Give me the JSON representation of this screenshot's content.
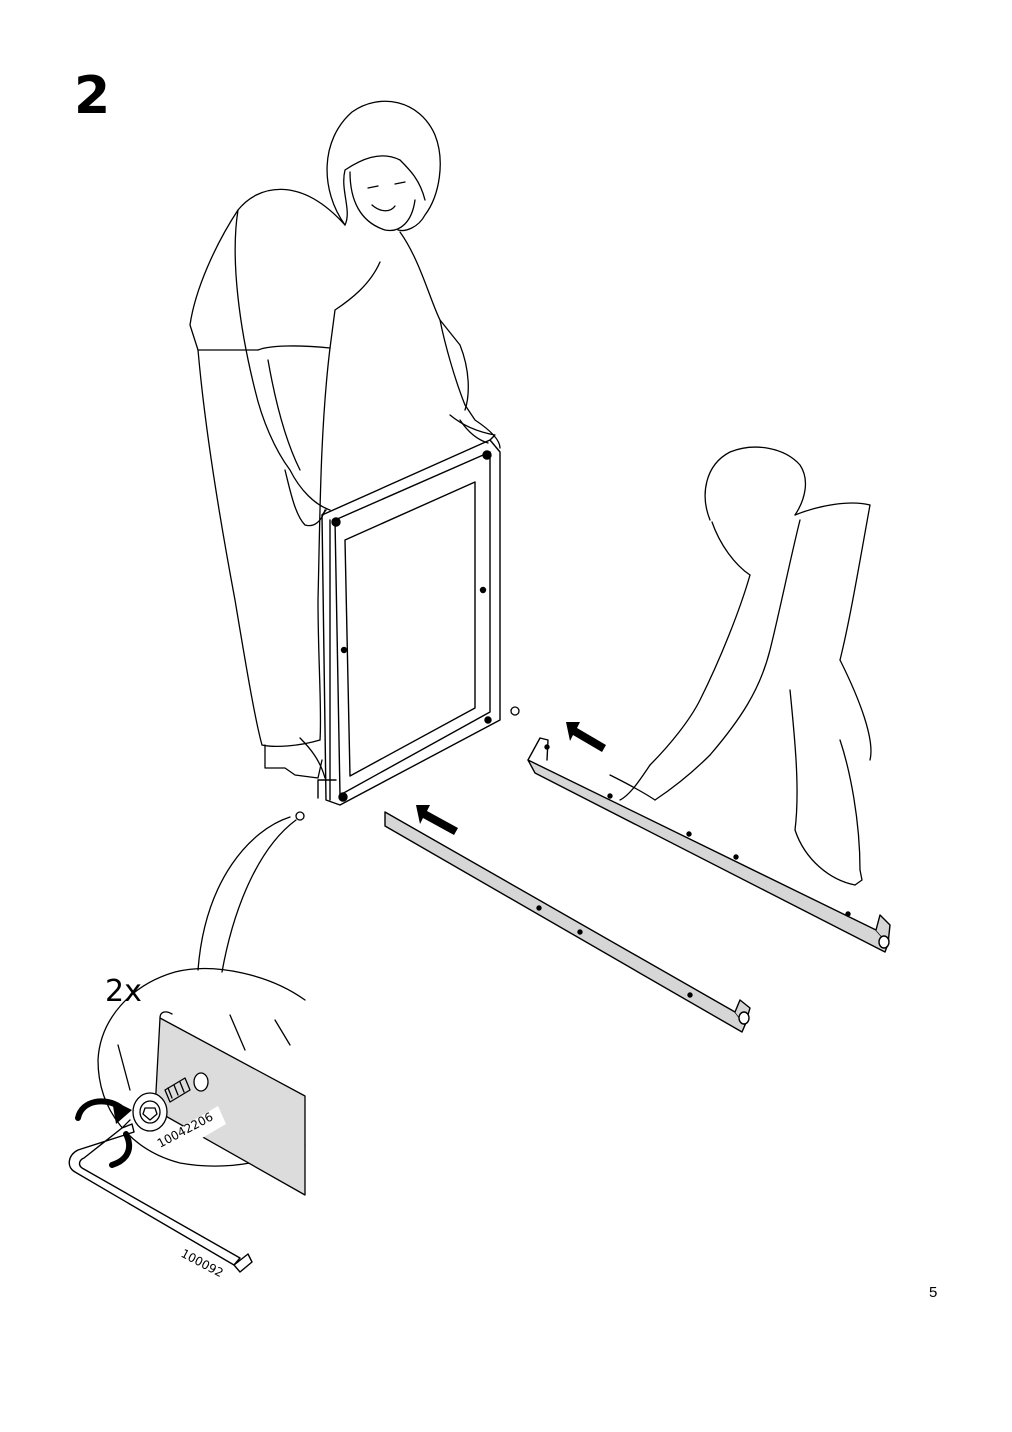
{
  "page": {
    "step_number": "2",
    "page_number": "5"
  },
  "detail": {
    "quantity": "2x",
    "bolt_part_number": "10042206",
    "key_part_number": "100092"
  },
  "icons": {
    "arrow": "push-direction-arrow-icon",
    "rotate": "clockwise-rotate-icon",
    "allen_key": "allen-key-icon"
  }
}
